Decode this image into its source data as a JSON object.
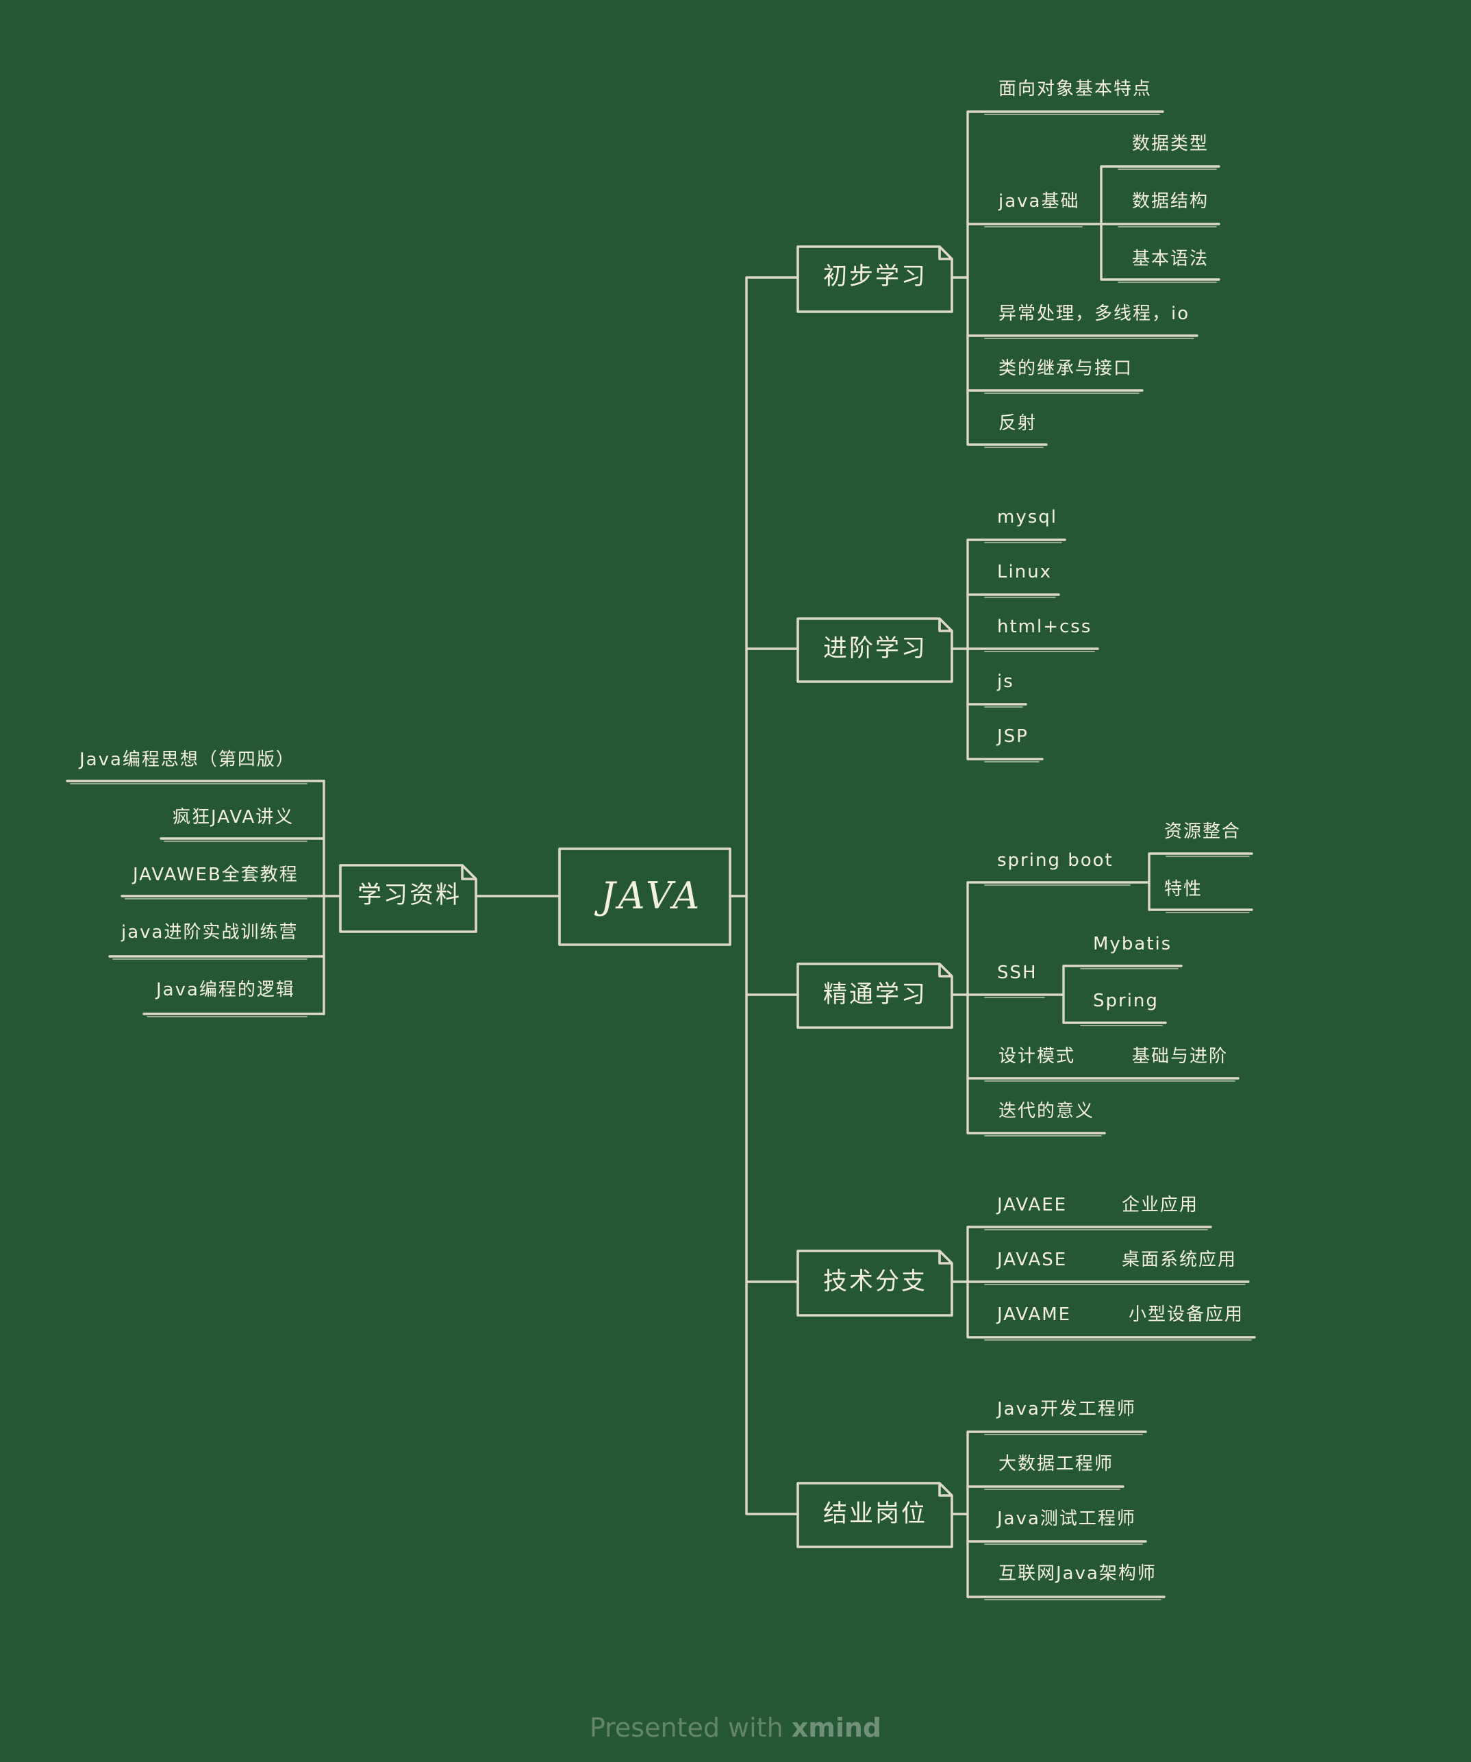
{
  "root": "JAVA",
  "branches": {
    "b1": {
      "title": "初步学习",
      "items": [
        "面向对象基本特点",
        "java基础",
        "异常处理，多线程，io",
        "类的继承与接口",
        "反射"
      ],
      "java_basics": [
        "数据类型",
        "数据结构",
        "基本语法"
      ]
    },
    "b2": {
      "title": "进阶学习",
      "items": [
        "mysql",
        "Linux",
        "html+css",
        "js",
        "JSP"
      ]
    },
    "b3": {
      "title": "精通学习",
      "items": [
        "spring boot",
        "SSH",
        "设计模式",
        "迭代的意义"
      ],
      "spring_boot": [
        "资源整合",
        "特性"
      ],
      "ssh": [
        "Mybatis",
        "Spring"
      ],
      "design_patterns": [
        "基础与进阶"
      ]
    },
    "b4": {
      "title": "技术分支",
      "items": [
        "JAVAEE",
        "JAVASE",
        "JAVAME"
      ],
      "subs": [
        "企业应用",
        "桌面系统应用",
        "小型设备应用"
      ]
    },
    "b5": {
      "title": "结业岗位",
      "items": [
        "Java开发工程师",
        "大数据工程师",
        "Java测试工程师",
        "互联网Java架构师"
      ]
    },
    "left": {
      "title": "学习资料",
      "items": [
        "Java编程思想（第四版）",
        "疯狂JAVA讲义",
        "JAVAWEB全套教程",
        "java进阶实战训练营",
        "Java编程的逻辑"
      ]
    }
  },
  "footer": {
    "prefix": "Presented with ",
    "brand": "xmind"
  }
}
